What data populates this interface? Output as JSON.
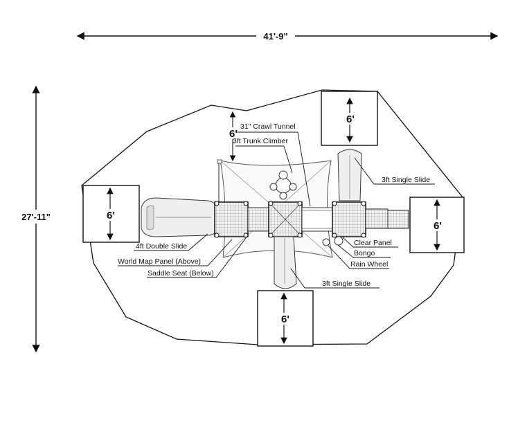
{
  "dimensions": {
    "width": "41'-9\"",
    "height": "27'-11\""
  },
  "clearances": {
    "top": "6'",
    "left": "6'",
    "right": "6'",
    "bottom": "6'",
    "top_inner": "6'"
  },
  "labels": {
    "crawl_tunnel": "31\" Crawl Tunnel",
    "trunk_climber": "3ft Trunk Climber",
    "single_slide_right": "3ft Single Slide",
    "double_slide": "4ft Double Slide",
    "world_map": "World Map Panel (Above)",
    "saddle_seat": "Saddle Seat (Below)",
    "clear_panel": "Clear Panel",
    "bongo": "Bongo",
    "rain_wheel": "Rain Wheel",
    "single_slide_bottom": "3ft Single Slide"
  }
}
